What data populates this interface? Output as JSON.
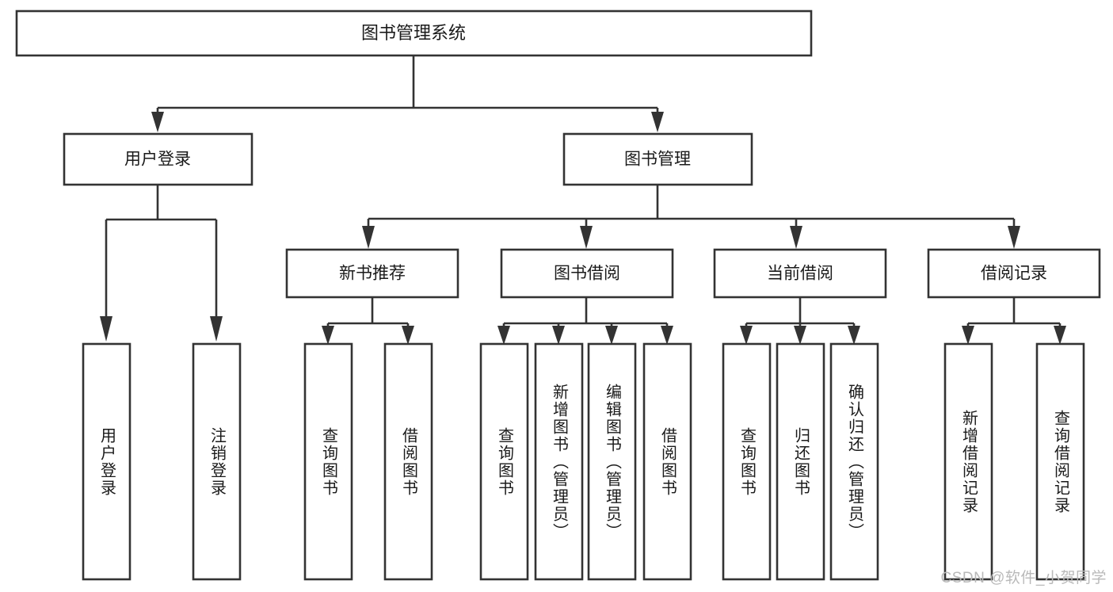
{
  "diagram": {
    "title_node": {
      "label": "图书管理系统"
    },
    "level2": [
      {
        "id": "user-login",
        "label": "用户登录"
      },
      {
        "id": "book-manage",
        "label": "图书管理"
      }
    ],
    "level3": [
      {
        "id": "new-book-recommend",
        "label": "新书推荐"
      },
      {
        "id": "book-borrow",
        "label": "图书借阅"
      },
      {
        "id": "current-borrow",
        "label": "当前借阅"
      },
      {
        "id": "borrow-record",
        "label": "借阅记录"
      }
    ],
    "leaves": {
      "user_login": [
        {
          "id": "leaf-user-login",
          "label": "用户登录"
        },
        {
          "id": "leaf-logout-login",
          "label": "注销登录"
        }
      ],
      "new_book_recommend": [
        {
          "id": "leaf-query-book-1",
          "label": "查询图书"
        },
        {
          "id": "leaf-borrow-book-1",
          "label": "借阅图书"
        }
      ],
      "book_borrow": [
        {
          "id": "leaf-query-book-2",
          "label": "查询图书"
        },
        {
          "id": "leaf-add-book",
          "label": "新增图书（管理员）"
        },
        {
          "id": "leaf-edit-book",
          "label": "编辑图书（管理员）"
        },
        {
          "id": "leaf-borrow-book-2",
          "label": "借阅图书"
        }
      ],
      "current_borrow": [
        {
          "id": "leaf-query-book-3",
          "label": "查询图书"
        },
        {
          "id": "leaf-return-book",
          "label": "归还图书"
        },
        {
          "id": "leaf-confirm-return",
          "label": "确认归还（管理员）"
        }
      ],
      "borrow_record": [
        {
          "id": "leaf-add-record",
          "label": "新增借阅记录"
        },
        {
          "id": "leaf-query-record",
          "label": "查询借阅记录"
        }
      ]
    }
  },
  "watermark": {
    "text": "CSDN @软件_小贺同学"
  },
  "colors": {
    "box_stroke": "#333333",
    "box_fill": "#ffffff",
    "text": "#1a1a1a",
    "watermark": "#b9b9b9",
    "background": "#ffffff"
  }
}
